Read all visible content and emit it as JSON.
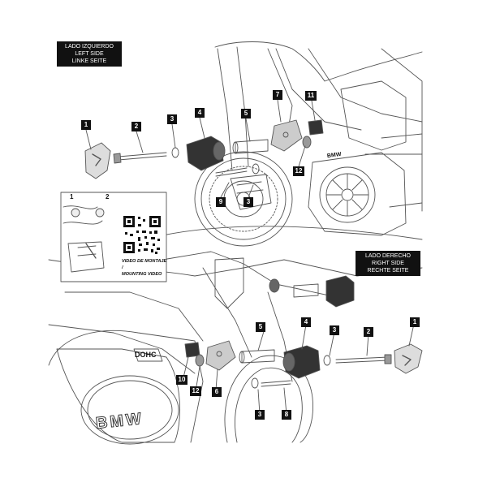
{
  "left_side_label": [
    "LADO IZQUIERDO",
    "LEFT SIDE",
    "LINKE SEITE"
  ],
  "right_side_label": [
    "LADO DERECHO",
    "RIGHT SIDE",
    "RECHTE SEITE"
  ],
  "video_caption": [
    "VIDEO DE MONTAJE /",
    "MOUNTING VIDEO"
  ],
  "engine_brand_top": "BMW",
  "engine_brand_bottom": "BMW",
  "dohc_badge": "DOHC",
  "inset_steps": [
    "1",
    "2"
  ],
  "callouts_top": [
    "1",
    "2",
    "3",
    "4",
    "5",
    "7",
    "11",
    "12",
    "9",
    "3"
  ],
  "callouts_bottom": [
    "5",
    "4",
    "3",
    "2",
    "1",
    "10",
    "12",
    "6",
    "3",
    "8"
  ],
  "colors": {
    "ink": "#111111",
    "line": "#555555",
    "label_bg": "#111111",
    "label_text": "#ffffff"
  }
}
